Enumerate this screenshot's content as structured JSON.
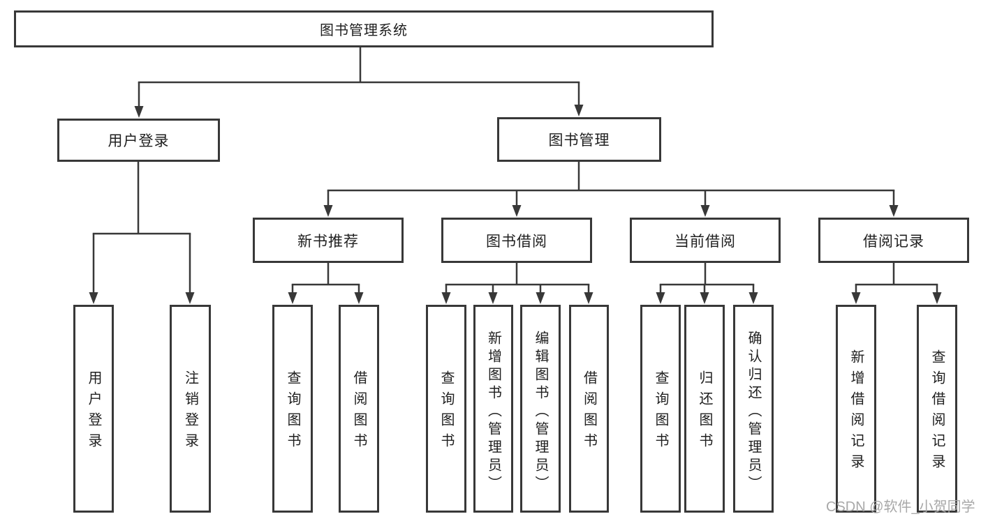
{
  "diagram": {
    "type": "tree",
    "title": "图书管理系统",
    "watermark": "CSDN @软件_小贺同学",
    "colors": {
      "line": "#383838",
      "text": "#1f1f1f",
      "background": "#ffffff",
      "watermark": "#a8a8a8"
    },
    "nodes": {
      "root": {
        "label": "图书管理系统"
      },
      "level2": [
        {
          "label": "用户登录",
          "parent": "图书管理系统"
        },
        {
          "label": "图书管理",
          "parent": "图书管理系统"
        }
      ],
      "level3": [
        {
          "label": "新书推荐",
          "parent": "图书管理"
        },
        {
          "label": "图书借阅",
          "parent": "图书管理"
        },
        {
          "label": "当前借阅",
          "parent": "图书管理"
        },
        {
          "label": "借阅记录",
          "parent": "图书管理"
        }
      ],
      "leaves": [
        {
          "label": "用户登录",
          "parent": "用户登录"
        },
        {
          "label": "注销登录",
          "parent": "用户登录"
        },
        {
          "label": "查询图书",
          "parent": "新书推荐"
        },
        {
          "label": "借阅图书",
          "parent": "新书推荐"
        },
        {
          "label": "查询图书",
          "parent": "图书借阅"
        },
        {
          "label": "新增图书（管理员）",
          "parent": "图书借阅"
        },
        {
          "label": "编辑图书（管理员）",
          "parent": "图书借阅"
        },
        {
          "label": "借阅图书",
          "parent": "图书借阅"
        },
        {
          "label": "查询图书",
          "parent": "当前借阅"
        },
        {
          "label": "归还图书",
          "parent": "当前借阅"
        },
        {
          "label": "确认归还（管理员）",
          "parent": "当前借阅"
        },
        {
          "label": "新增借阅记录",
          "parent": "借阅记录"
        },
        {
          "label": "查询借阅记录",
          "parent": "借阅记录"
        }
      ]
    }
  }
}
